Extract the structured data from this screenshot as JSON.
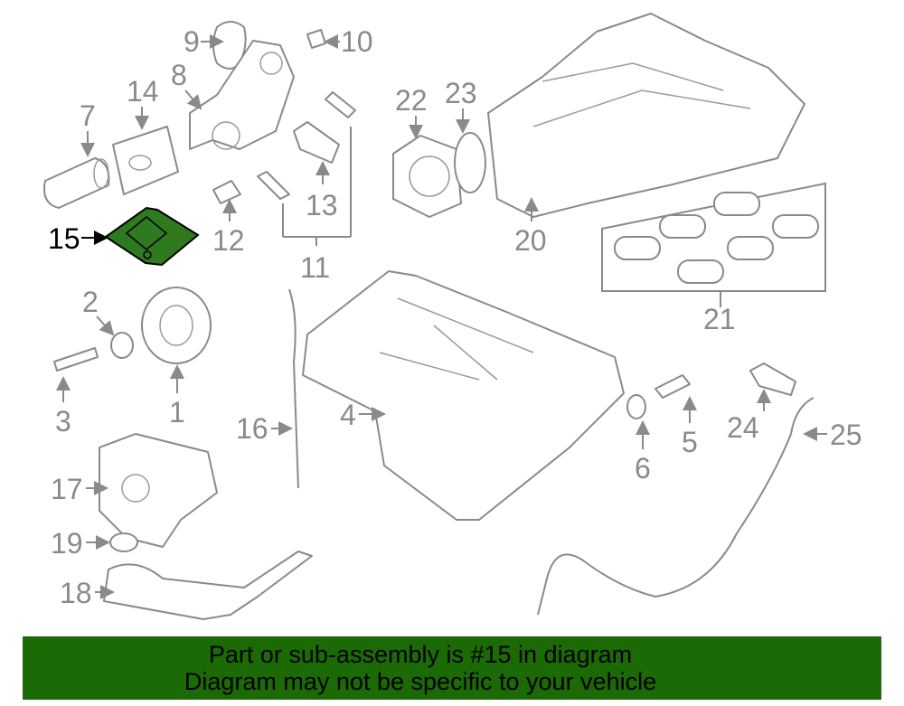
{
  "diagram": {
    "highlighted_part": "15",
    "highlight_color": "#2f7a1f",
    "callouts": [
      "1",
      "2",
      "3",
      "4",
      "5",
      "6",
      "7",
      "8",
      "9",
      "10",
      "11",
      "12",
      "13",
      "14",
      "15",
      "16",
      "17",
      "18",
      "19",
      "20",
      "21",
      "22",
      "23",
      "24",
      "25"
    ]
  },
  "banner": {
    "line1": "Part or sub-assembly is #15 in diagram",
    "line2": "Diagram may not be specific to your vehicle",
    "color": "#1b6a05"
  }
}
